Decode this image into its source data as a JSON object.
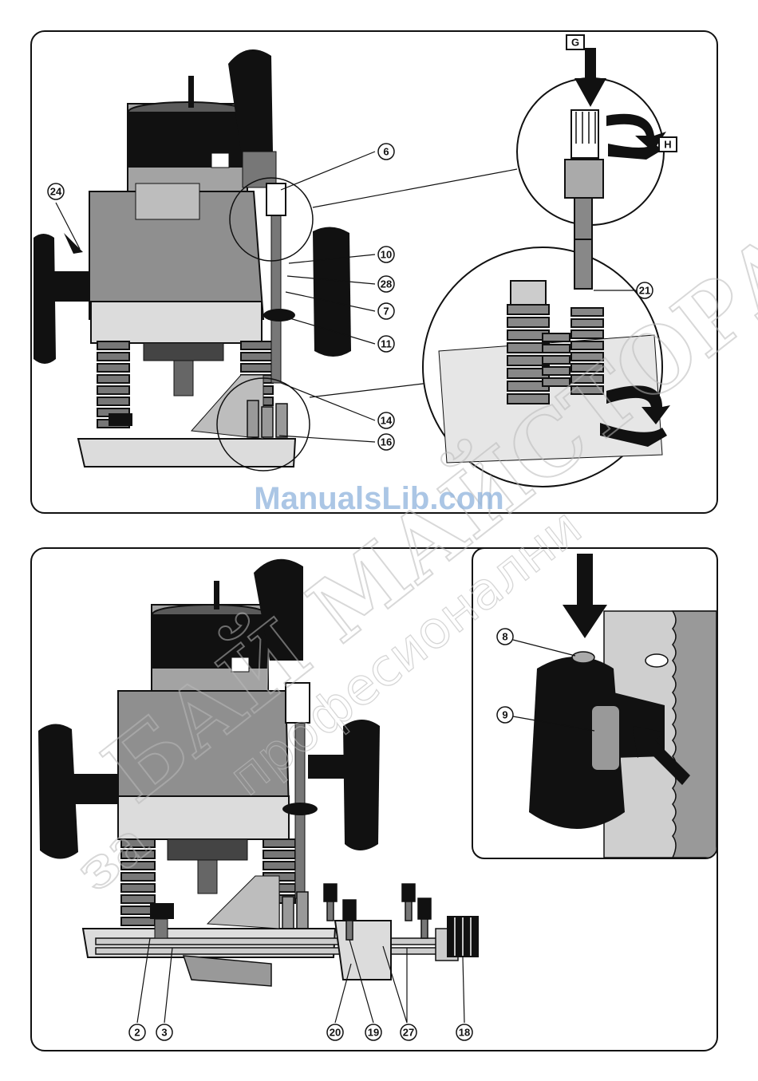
{
  "figure_top": {
    "callouts": [
      "6",
      "10",
      "28",
      "7",
      "11",
      "14",
      "16",
      "24",
      "21"
    ],
    "letters": [
      "G",
      "H"
    ]
  },
  "figure_bottom": {
    "callouts": [
      "2",
      "3",
      "20",
      "19",
      "27",
      "18"
    ]
  },
  "figure_inset": {
    "callouts": [
      "8",
      "9"
    ]
  },
  "watermark": {
    "url": "ManualsLib.com",
    "brand_line_1": "БАЙ МАЙСТОРА",
    "brand_line_2": "професионални",
    "brand_prefix": "за"
  },
  "colors": {
    "line": "#111111",
    "grey_body": "#8c8c8c",
    "light_grey": "#cfcfcf",
    "watermark_blue": "#8fb3dd"
  }
}
